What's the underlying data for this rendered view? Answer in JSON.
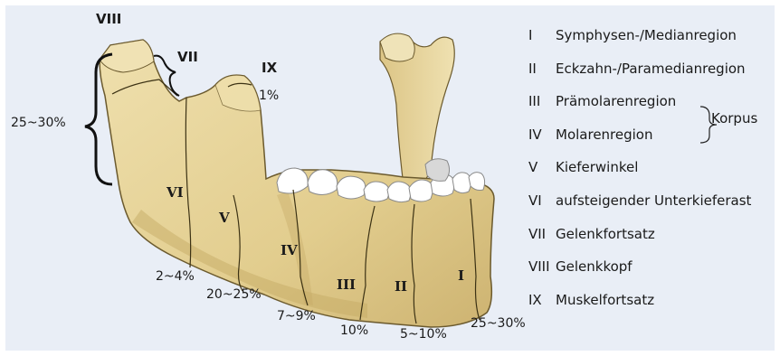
{
  "diagram": {
    "region_labels": {
      "I": "I",
      "II": "II",
      "III": "III",
      "IV": "IV",
      "V": "V",
      "VI": "VI",
      "VII": "VII",
      "VIII": "VIII",
      "IX": "IX"
    },
    "percentages": {
      "condyle": "25~30%",
      "coronoid": "1%",
      "ramus": "2~4%",
      "angle": "20~25%",
      "molar": "7~9%",
      "premolar": "10%",
      "canine": "5~10%",
      "symphysis": "25~30%"
    }
  },
  "legend": {
    "items": [
      {
        "num": "I",
        "text": "Symphysen-/Medianregion"
      },
      {
        "num": "II",
        "text": "Eckzahn-/Paramedianregion"
      },
      {
        "num": "III",
        "text": "Prämolarenregion"
      },
      {
        "num": "IV",
        "text": "Molarenregion"
      },
      {
        "num": "V",
        "text": "Kieferwinkel"
      },
      {
        "num": "VI",
        "text": "aufsteigender Unterkieferast"
      },
      {
        "num": "VII",
        "text": "Gelenkfortsatz"
      },
      {
        "num": "VIII",
        "text": "Gelenkkopf"
      },
      {
        "num": "IX",
        "text": "Muskelfortsatz"
      }
    ],
    "group_label": "Korpus"
  },
  "colors": {
    "background": "#e9eef6",
    "bone": "#e6d39a",
    "bone_shadow": "#c9b070",
    "outline": "#6b5a2e",
    "tooth": "#ffffff"
  }
}
